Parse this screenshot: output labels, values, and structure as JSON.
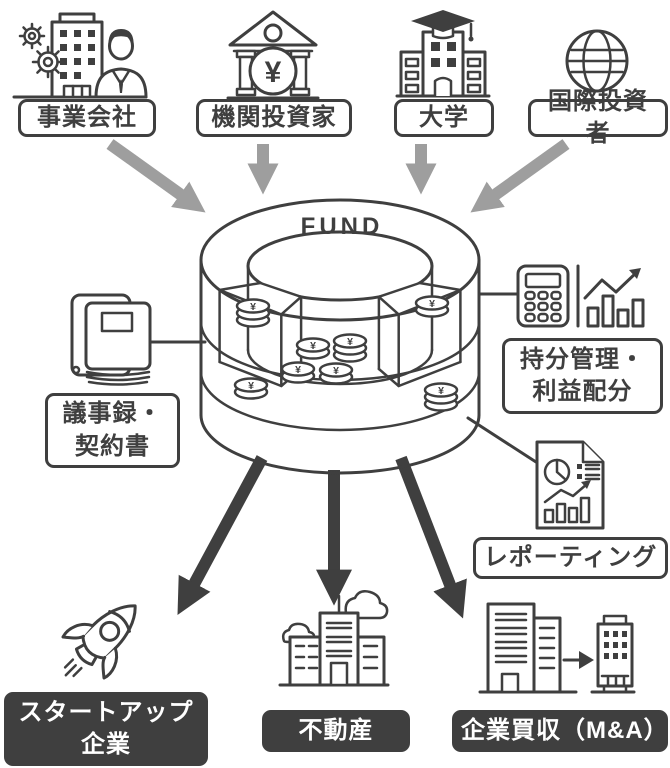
{
  "fund": {
    "label": "FUND",
    "coin_symbol": "¥"
  },
  "investors": [
    {
      "label": "事業会社",
      "icon": "business-company"
    },
    {
      "label": "機関投資家",
      "icon": "bank"
    },
    {
      "label": "大学",
      "icon": "university"
    },
    {
      "label": "国際投資者",
      "icon": "globe"
    }
  ],
  "fund_operations": [
    {
      "label": "議事録・\n契約書",
      "icon": "minutes-contracts-book"
    },
    {
      "label": "持分管理・\n利益配分",
      "icon": "calculator-and-chart"
    },
    {
      "label": "レポーティング",
      "icon": "report-document"
    }
  ],
  "investments": [
    {
      "label": "スタートアップ\n企業",
      "icon": "rocket"
    },
    {
      "label": "不動産",
      "icon": "real-estate-building"
    },
    {
      "label": "企業買収（M&A）",
      "icon": "buildings-acquisition"
    }
  ],
  "colors": {
    "line": "#3f3f3f",
    "inflow_arrow": "#9e9e9e",
    "outflow_arrow": "#3f3f3f",
    "box_bg": "#ffffff",
    "box_text": "#3f3f3f",
    "dark_box_bg": "#3f3f3f",
    "dark_box_text": "#ffffff"
  }
}
